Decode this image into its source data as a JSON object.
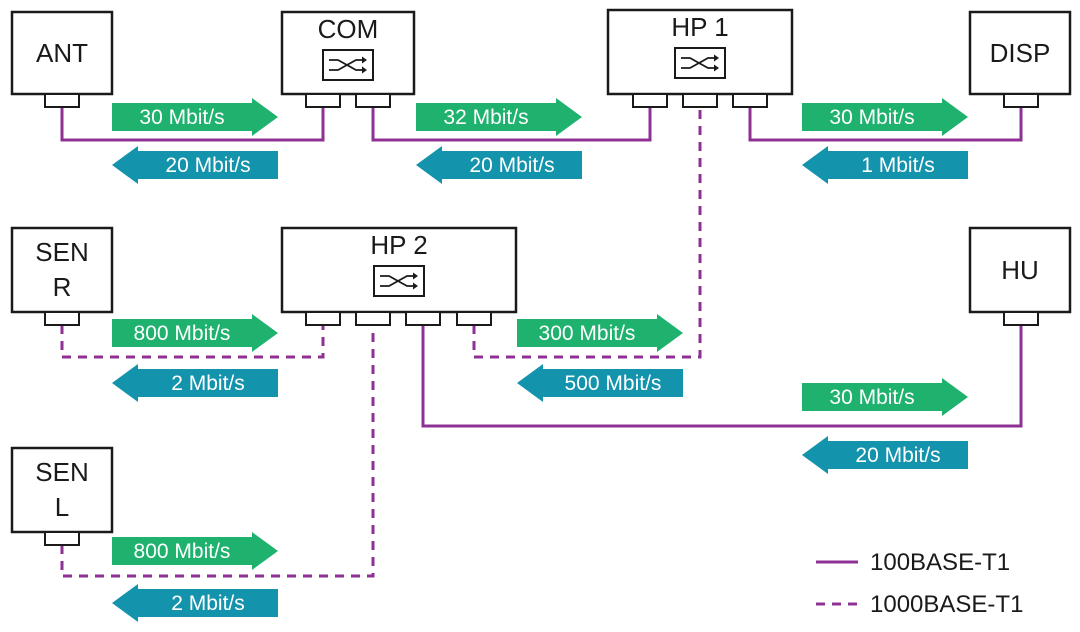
{
  "colors": {
    "link": "#8f3194",
    "tx_arrow": "#1fb26e",
    "rx_arrow": "#1493ac",
    "box_stroke": "#1a1a1a"
  },
  "nodes": {
    "ant": {
      "label_lines": [
        "ANT"
      ],
      "switch": false
    },
    "com": {
      "label_lines": [
        "COM"
      ],
      "switch": true
    },
    "hp1": {
      "label_lines": [
        "HP 1"
      ],
      "switch": true
    },
    "disp": {
      "label_lines": [
        "DISP"
      ],
      "switch": false
    },
    "sen_r": {
      "label_lines": [
        "SEN",
        "R"
      ],
      "switch": false
    },
    "hp2": {
      "label_lines": [
        "HP 2"
      ],
      "switch": true
    },
    "hu": {
      "label_lines": [
        "HU"
      ],
      "switch": false
    },
    "sen_l": {
      "label_lines": [
        "SEN",
        "L"
      ],
      "switch": false
    }
  },
  "links": [
    {
      "from": "ant",
      "to": "com",
      "medium": "100BASE-T1",
      "forward": "30 Mbit/s",
      "backward": "20 Mbit/s"
    },
    {
      "from": "com",
      "to": "hp1",
      "medium": "100BASE-T1",
      "forward": "32 Mbit/s",
      "backward": "20 Mbit/s"
    },
    {
      "from": "hp1",
      "to": "disp",
      "medium": "100BASE-T1",
      "forward": "30 Mbit/s",
      "backward": "1 Mbit/s"
    },
    {
      "from": "sen_r",
      "to": "hp2",
      "medium": "1000BASE-T1",
      "forward": "800 Mbit/s",
      "backward": "2 Mbit/s"
    },
    {
      "from": "hp2",
      "to": "hp1",
      "medium": "1000BASE-T1",
      "forward": "300 Mbit/s",
      "backward": "500 Mbit/s"
    },
    {
      "from": "hp2",
      "to": "hu",
      "medium": "100BASE-T1",
      "forward": "30 Mbit/s",
      "backward": "20 Mbit/s"
    },
    {
      "from": "sen_l",
      "to": "hp2",
      "medium": "1000BASE-T1",
      "forward": "800 Mbit/s",
      "backward": "2 Mbit/s"
    }
  ],
  "legend": [
    {
      "style": "solid",
      "label": "100BASE-T1"
    },
    {
      "style": "dashed",
      "label": "1000BASE-T1"
    }
  ]
}
